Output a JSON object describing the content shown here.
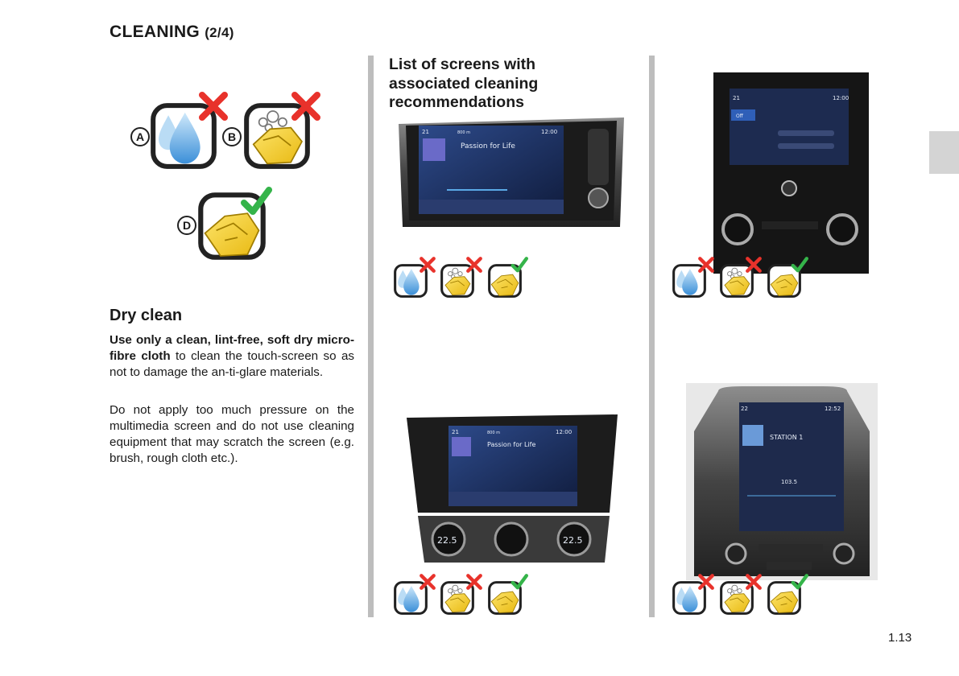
{
  "header": {
    "title": "CLEANING",
    "subtitle": "(2/4)"
  },
  "left": {
    "legend": {
      "a": "A",
      "b": "B",
      "d": "D"
    },
    "section_title": "Dry clean",
    "para1_bold": "Use only a clean, lint-free, soft dry micro-fibre cloth",
    "para1_rest": " to clean the touch-screen so as not to damage the an-ti-glare materials.",
    "para2": "Do not apply too much pressure on the multimedia screen and do not use cleaning equipment that may scratch the screen (e.g. brush, rough cloth etc.)."
  },
  "middle": {
    "title": "List of screens with associated cleaning recommendations",
    "screen1": {
      "temp": "21",
      "nav": "800 m",
      "time": "12:00",
      "track": "Passion for Life"
    },
    "screen2": {
      "temp": "21",
      "nav": "800 m",
      "time": "12:00",
      "track": "Passion for Life",
      "dial_left": "22.5",
      "dial_right": "22.5"
    }
  },
  "right": {
    "screen3": {
      "temp": "21",
      "time": "12:00",
      "off_label": "Off"
    },
    "screen4": {
      "temp": "22",
      "time": "12:52",
      "station": "STATION 1",
      "freq": "103.5"
    }
  },
  "footer": {
    "page": "1.13"
  },
  "colors": {
    "water": "#5aa9e6",
    "cloth": "#f5cf2e",
    "cross": "#e8322b",
    "check": "#35b44a"
  }
}
